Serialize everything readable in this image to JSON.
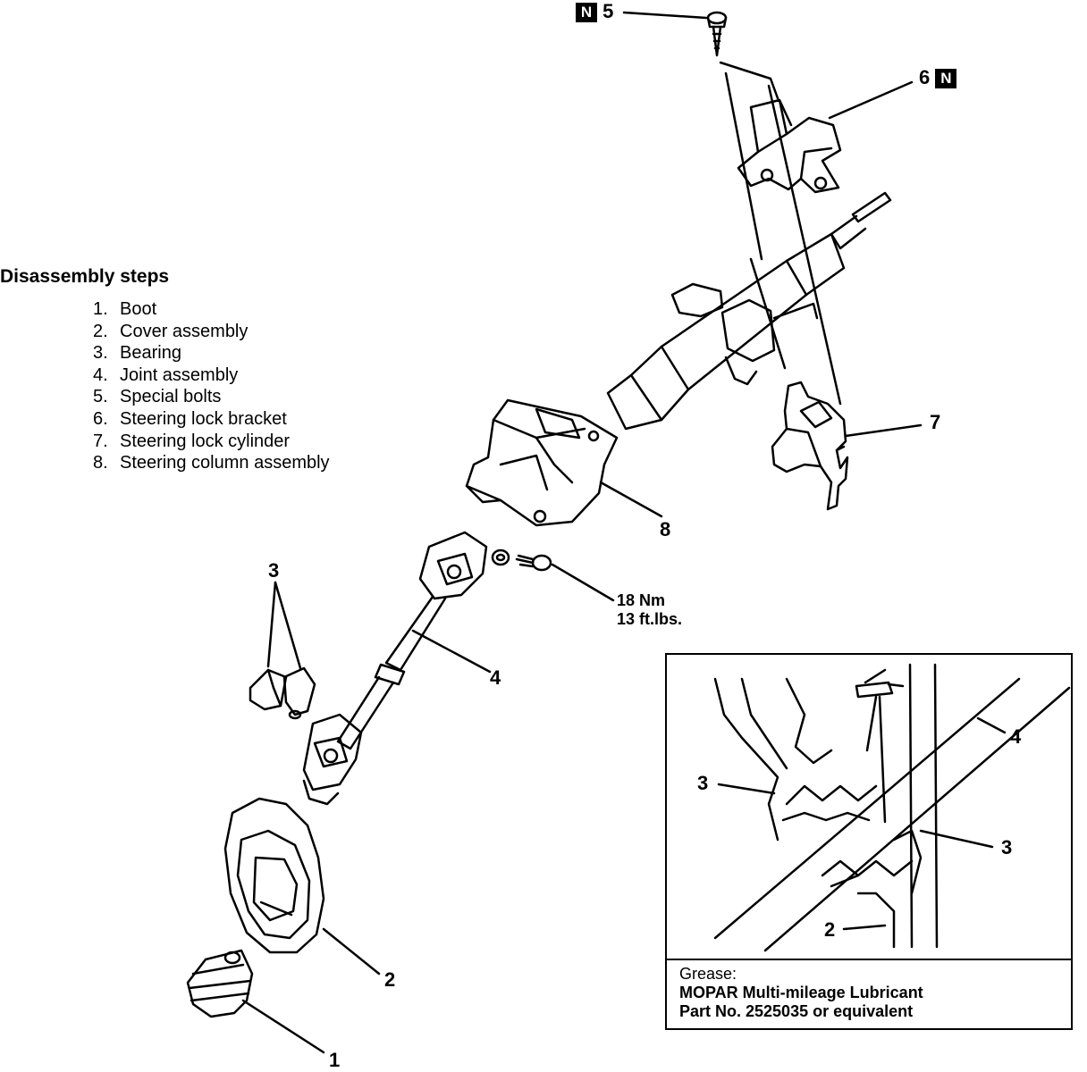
{
  "disassembly": {
    "title": "Disassembly steps",
    "steps": [
      {
        "num": "1.",
        "label": "Boot"
      },
      {
        "num": "2.",
        "label": "Cover assembly"
      },
      {
        "num": "3.",
        "label": "Bearing"
      },
      {
        "num": "4.",
        "label": "Joint assembly"
      },
      {
        "num": "5.",
        "label": "Special bolts"
      },
      {
        "num": "6.",
        "label": "Steering lock bracket"
      },
      {
        "num": "7.",
        "label": "Steering lock cylinder"
      },
      {
        "num": "8.",
        "label": "Steering column assembly"
      }
    ]
  },
  "callouts": {
    "c1": "1",
    "c2": "2",
    "c3": "3",
    "c4": "4",
    "c5": "5",
    "c6": "6",
    "c7": "7",
    "c8": "8",
    "badge": "N"
  },
  "torque": {
    "line1": "18 Nm",
    "line2": "13 ft.lbs."
  },
  "detail": {
    "c2": "2",
    "c3a": "3",
    "c3b": "3",
    "c4": "4",
    "grease_line1": "Grease:",
    "grease_line2": "MOPAR Multi-mileage Lubricant",
    "grease_line3": "Part No. 2525035 or equivalent"
  }
}
